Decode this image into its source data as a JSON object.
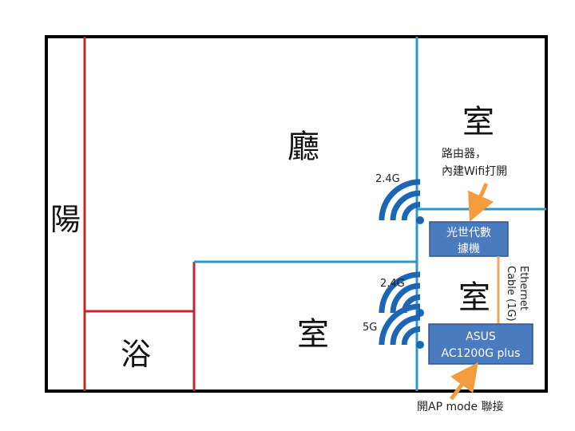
{
  "rooms": {
    "balcony": "陽",
    "living": "廳",
    "room_top_right": "室",
    "room_middle_right": "室",
    "room_bottom": "室",
    "bath": "浴"
  },
  "router_note": {
    "line1": "路由器，",
    "line2": "內建Wifi打開"
  },
  "modem_box": {
    "line1": "光世代數",
    "line2": "據機"
  },
  "asus_box": {
    "line1": "ASUS",
    "line2": "AC1200G plus"
  },
  "cable_label": {
    "line1": "Ethernet",
    "line2": "Cable (1G)"
  },
  "wifi_labels": {
    "upper": "2.4G",
    "middle": "2.4G",
    "lower": "5G"
  },
  "ap_note": "開AP mode 聯接",
  "icons": {
    "wifi": "wifi-signal-icon",
    "arrow": "orange-arrow-icon"
  },
  "colors": {
    "outer_wall": "#000000",
    "red_wall": "#c0272d",
    "blue_wall": "#2e96c9",
    "device_box": "#4a7bbf",
    "device_border": "#2f5597",
    "wifi": "#1c66b4",
    "arrow": "#f39c3d",
    "cable": "#f4a65c"
  }
}
